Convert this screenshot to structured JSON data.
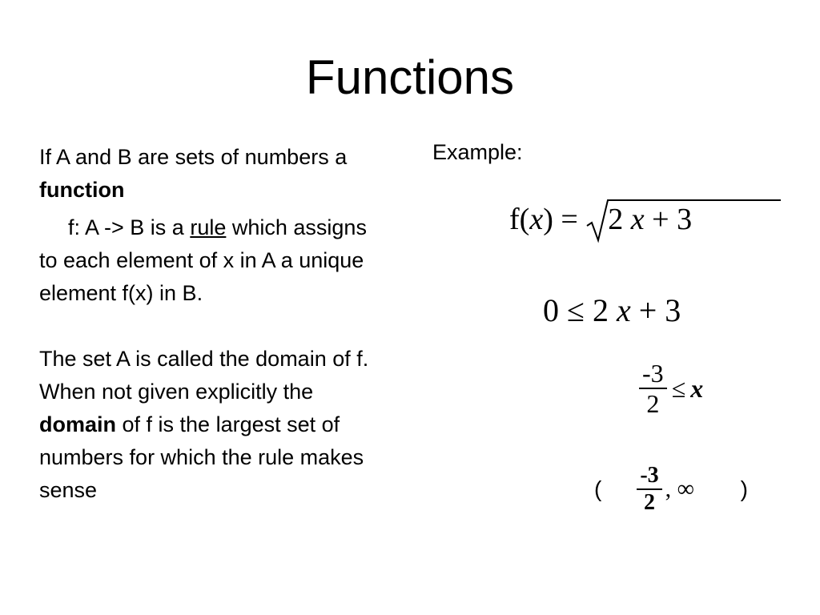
{
  "title": "Functions",
  "left": {
    "p1_text": "If A and B are sets of numbers a ",
    "p1_bold": "function",
    "p2_pre": "f: A -> B  is a ",
    "p2_underline": "rule",
    "p2_post": " which assigns to each element of x in A a unique element f(x) in  B.",
    "p3_pre": "The set A is called the domain of  f. When not given explicitly the ",
    "p3_bold": "domain",
    "p3_post": " of f is the largest set of numbers for which the rule makes sense"
  },
  "example": {
    "label": "Example:",
    "eq1_lhs": "f(",
    "eq1_var": "x",
    "eq1_mid": ") = ",
    "eq1_radicand_a": "2 ",
    "eq1_radicand_var": "x",
    "eq1_radicand_b": " + 3",
    "eq2_a": "0 ≤ 2 ",
    "eq2_var": "x",
    "eq2_b": " + 3",
    "eq3_num": "-3",
    "eq3_den": "2",
    "eq3_rel": "≤",
    "eq3_var": "x",
    "eq4_open": "(",
    "eq4_num": "-3",
    "eq4_den": "2",
    "eq4_rest": ", ∞",
    "eq4_close": ")"
  }
}
